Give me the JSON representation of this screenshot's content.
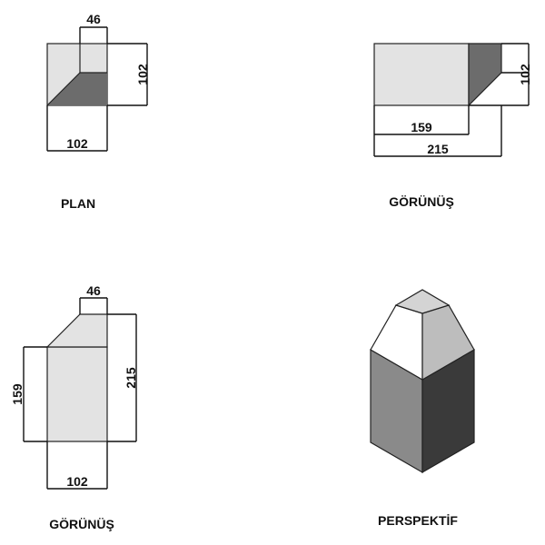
{
  "colors": {
    "light_face": "#e3e3e3",
    "dark_face": "#6c6c6c",
    "mid_face": "#8a8a8a",
    "darkest_face": "#3a3a3a",
    "top_face": "#d4d4d4",
    "white_face": "#ffffff",
    "line": "#111111"
  },
  "views": {
    "plan": {
      "caption": "PLAN",
      "dim_top": "46",
      "dim_right": "102",
      "dim_bottom": "102"
    },
    "front": {
      "caption": "GÖRÜNÜŞ",
      "dim_right": "102",
      "dim_inner": "159",
      "dim_total": "215"
    },
    "side": {
      "caption": "GÖRÜNÜŞ",
      "dim_top": "46",
      "dim_left": "159",
      "dim_right": "215",
      "dim_bottom": "102"
    },
    "perspective": {
      "caption": "PERSPEKTİF"
    }
  }
}
